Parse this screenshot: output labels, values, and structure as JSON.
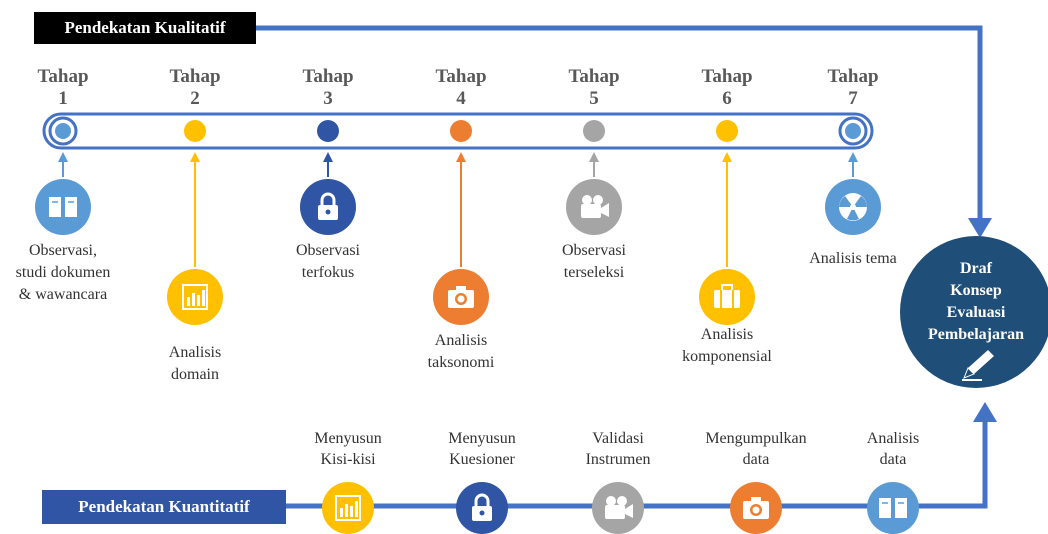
{
  "qualitative": {
    "label": "Pendekatan Kualitatif",
    "stages": [
      {
        "t1": "Tahap",
        "t2": "1",
        "caption": [
          "Observasi,",
          "studi dokumen",
          "& wawancara"
        ],
        "color": "#5b9bd5",
        "icon": "book-icon",
        "marker": "ring"
      },
      {
        "t1": "Tahap",
        "t2": "2",
        "caption": [
          "Analisis",
          "domain"
        ],
        "color": "#ffc000",
        "icon": "bar-chart-icon",
        "marker": "dot"
      },
      {
        "t1": "Tahap",
        "t2": "3",
        "caption": [
          "Observasi",
          "terfokus"
        ],
        "color": "#2f55a4",
        "icon": "lock-icon",
        "marker": "dot"
      },
      {
        "t1": "Tahap",
        "t2": "4",
        "caption": [
          "Analisis",
          "taksonomi"
        ],
        "color": "#ed7d31",
        "icon": "camera-icon",
        "marker": "dot"
      },
      {
        "t1": "Tahap",
        "t2": "5",
        "caption": [
          "Observasi",
          "terseleksi"
        ],
        "color": "#a5a5a5",
        "icon": "video-camera-icon",
        "marker": "dot"
      },
      {
        "t1": "Tahap",
        "t2": "6",
        "caption": [
          "Analisis",
          "komponensial"
        ],
        "color": "#ffc000",
        "icon": "briefcase-icon",
        "marker": "dot"
      },
      {
        "t1": "Tahap",
        "t2": "7",
        "caption": [
          "Analisis tema"
        ],
        "color": "#5b9bd5",
        "icon": "radiation-icon",
        "marker": "ring"
      }
    ]
  },
  "quantitative": {
    "label": "Pendekatan Kuantitatif",
    "steps": [
      {
        "caption": [
          "Menyusun",
          "Kisi-kisi"
        ],
        "color": "#ffc000",
        "icon": "bar-chart-icon"
      },
      {
        "caption": [
          "Menyusun",
          "Kuesioner"
        ],
        "color": "#2f55a4",
        "icon": "lock-icon"
      },
      {
        "caption": [
          "Validasi",
          "Instrumen"
        ],
        "color": "#a5a5a5",
        "icon": "video-camera-icon"
      },
      {
        "caption": [
          "Mengumpulkan",
          "data"
        ],
        "color": "#ed7d31",
        "icon": "camera-icon"
      },
      {
        "caption": [
          "Analisis",
          "data"
        ],
        "color": "#5b9bd5",
        "icon": "book-icon"
      }
    ]
  },
  "result": {
    "lines": [
      "Draf",
      "Konsep",
      "Evaluasi",
      "Pembelajaran"
    ],
    "color": "#1f4e79",
    "icon": "pencil-icon"
  },
  "colors": {
    "connector": "#4472c4",
    "track": "#4472c4"
  }
}
